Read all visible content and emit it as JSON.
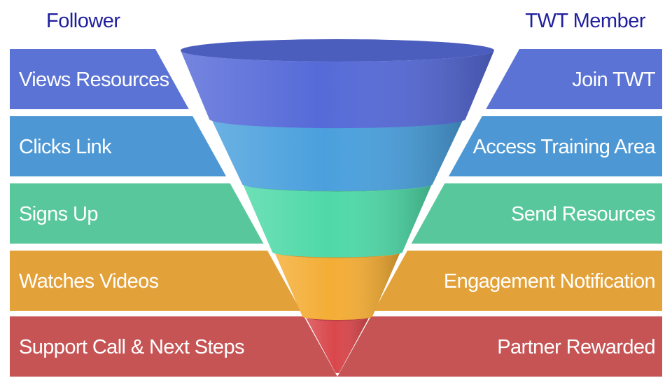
{
  "headers": {
    "left": "Follower",
    "right": "TWT Member"
  },
  "stages": [
    {
      "left": "Views Resources",
      "right": "Join TWT",
      "color": "#5b73d4",
      "tier_color": "#566ad8"
    },
    {
      "left": "Clicks Link",
      "right": "Access Training Area",
      "color": "#4d98d4",
      "tier_color": "#4aa0dd"
    },
    {
      "left": "Signs Up",
      "right": "Send Resources",
      "color": "#58c79c",
      "tier_color": "#4fd9a8"
    },
    {
      "left": "Watches Videos",
      "right": "Engagement Notification",
      "color": "#e3a139",
      "tier_color": "#f4ad35"
    },
    {
      "left": "Support Call & Next Steps",
      "right": "Partner Rewarded",
      "color": "#c65455",
      "tier_color": "#d9474b"
    }
  ]
}
